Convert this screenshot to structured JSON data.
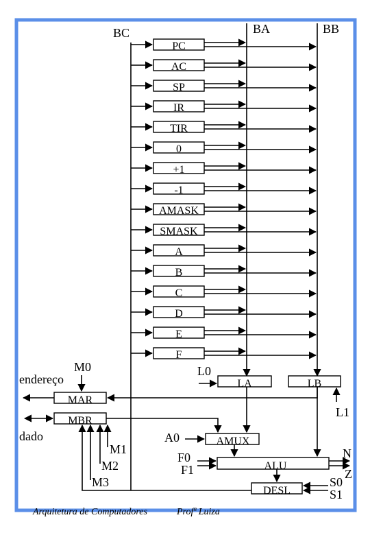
{
  "buses": {
    "bc": "BC",
    "ba": "BA",
    "bb": "BB"
  },
  "registers": [
    "PC",
    "AC",
    "SP",
    "IR",
    "TIR",
    "0",
    "+1",
    "-1",
    "AMASK",
    "SMASK",
    "A",
    "B",
    "C",
    "D",
    "E",
    "F"
  ],
  "latches": {
    "la": "LA",
    "lb": "LB"
  },
  "units": {
    "mar": "MAR",
    "mbr": "MBR",
    "amux": "AMUX",
    "alu": "ALU",
    "desl": "DESL"
  },
  "signals": {
    "m0": "M0",
    "m1": "M1",
    "m2": "M2",
    "m3": "M3",
    "l0": "L0",
    "l1": "L1",
    "a0": "A0",
    "f0": "F0",
    "f1": "F1",
    "s0": "S0",
    "s1": "S1",
    "n": "N",
    "z": "Z"
  },
  "ports": {
    "endereco": "endereço",
    "dado": "dado"
  },
  "footer": {
    "course": "Arquitetura de Computadores",
    "author": "Profª Luiza"
  },
  "colors": {
    "frame": "#5b8fe8",
    "line": "#000000"
  }
}
